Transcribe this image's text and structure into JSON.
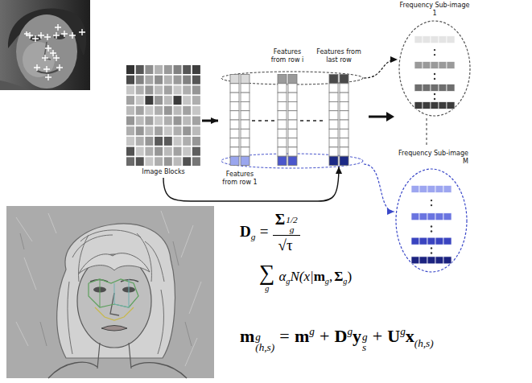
{
  "diagram": {
    "nodes": [
      {
        "text": [
          "Image Blocks"
        ]
      },
      {
        "text": [
          "Features from row 1"
        ]
      },
      {
        "text": [
          "Features from row i"
        ]
      },
      {
        "text": [
          "Features from last row"
        ]
      },
      {
        "text": [
          "Frequency Sub-image 1"
        ]
      },
      {
        "text": [
          "Frequency Sub-image M"
        ]
      }
    ],
    "edges": [
      {
        "from": 0,
        "to": 1,
        "arrow": "to"
      },
      {
        "from": 0,
        "to": 3,
        "arrow": "to"
      },
      {
        "from": 3,
        "to": 4,
        "arrow": "to"
      },
      {
        "from": 3,
        "to": 5,
        "arrow": "to"
      },
      {
        "from": 4,
        "to": 5,
        "arrow": "none"
      }
    ],
    "labels": [
      "D",
      "g",
      "=",
      "Σ",
      "g",
      "1/2",
      "√τ",
      "∑",
      "g",
      "α",
      "g",
      "N(x|",
      "m",
      "g",
      ",",
      "Σ",
      "g",
      ")",
      "m",
      "g",
      "(h,s)",
      "=",
      "m",
      "g",
      "+",
      "D",
      "g",
      "y",
      "g",
      "s",
      "+",
      "U",
      "g",
      "x",
      "(h,s)"
    ]
  }
}
